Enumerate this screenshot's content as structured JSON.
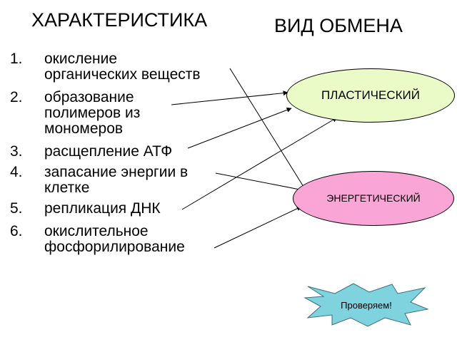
{
  "headings": {
    "characteristic": "ХАРАКТЕРИСТИКА",
    "exchange_type": "ВИД ОБМЕНА"
  },
  "items": [
    {
      "num": "1.",
      "lines": [
        "окисление",
        "органических веществ"
      ],
      "target": "energy"
    },
    {
      "num": "2.",
      "lines": [
        "образование",
        "полимеров из",
        "мономеров"
      ],
      "target": "plastic"
    },
    {
      "num": "3.",
      "lines": [
        "расщепление АТФ"
      ],
      "target": "plastic"
    },
    {
      "num": "4.",
      "lines": [
        "запасание энергии в",
        "клетке"
      ],
      "target": "energy"
    },
    {
      "num": "5.",
      "lines": [
        "репликация ДНК"
      ],
      "target": "plastic"
    },
    {
      "num": "6.",
      "lines": [
        "окислительное",
        "фосфорилирование"
      ],
      "target": "energy"
    }
  ],
  "ovals": {
    "plastic": "ПЛАСТИЧЕСКИЙ",
    "energy": "ЭНЕРГЕТИЧЕСКИЙ"
  },
  "colors": {
    "plastic_fill": "#ebfbc8",
    "energy_fill": "#f9a6d7",
    "burst_fill": "#7fd3df",
    "arrow": "#000000"
  },
  "check_button": {
    "label": "Проверяем!",
    "icon": "starburst-shape"
  }
}
